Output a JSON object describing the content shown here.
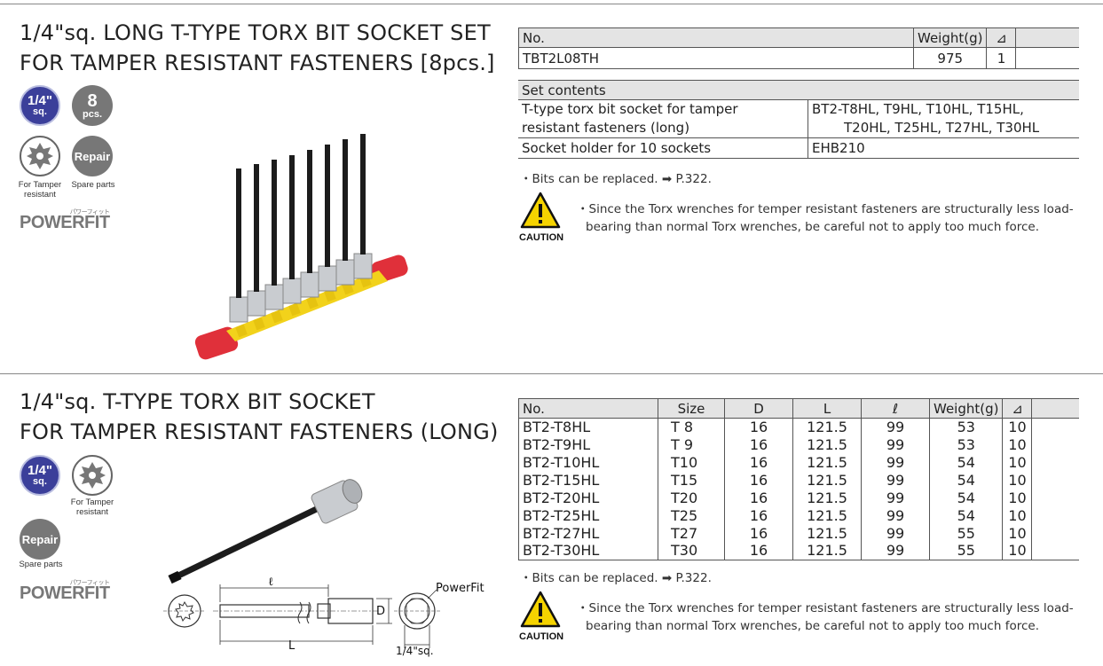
{
  "section1": {
    "title_line1": "1/4\"sq. LONG T-TYPE TORX BIT SOCKET SET",
    "title_line2": "FOR TAMPER RESISTANT FASTENERS [8pcs.]",
    "badges": {
      "sq_top": "1/4\"",
      "sq_bottom": "sq.",
      "pcs_num": "8",
      "pcs_label": "pcs.",
      "tamper_caption_1": "For Tamper",
      "tamper_caption_2": "resistant",
      "repair": "Repair",
      "repair_caption": "Spare parts",
      "powerfit": "POWERFIT",
      "powerfit_jp": "パワーフィット"
    },
    "table": {
      "headers": [
        "No.",
        "Weight(g)",
        "⊿"
      ],
      "row": [
        "TBT2L08TH",
        "975",
        "1"
      ]
    },
    "set_contents": {
      "header": "Set contents",
      "rows": [
        {
          "desc_1": "T-type torx bit socket for tamper",
          "desc_2": "resistant fasteners (long)",
          "parts_1": "BT2-T8HL, T9HL, T10HL, T15HL,",
          "parts_2": "T20HL, T25HL, T27HL, T30HL"
        },
        {
          "desc_1": "Socket holder for 10 sockets",
          "parts_1": "EHB210"
        }
      ]
    },
    "note": "・Bits can be replaced. ➡ P.322.",
    "caution_label": "CAUTION",
    "caution_line1": "・Since the Torx wrenches for temper resistant fasteners are structurally less load-",
    "caution_line2": "bearing than normal Torx wrenches, be careful not to apply too much force."
  },
  "section2": {
    "title_line1": "1/4\"sq. T-TYPE TORX BIT SOCKET",
    "title_line2": "FOR TAMPER RESISTANT FASTENERS (LONG)",
    "badges": {
      "sq_top": "1/4\"",
      "sq_bottom": "sq.",
      "tamper_caption_1": "For Tamper",
      "tamper_caption_2": "resistant",
      "repair": "Repair",
      "repair_caption": "Spare parts",
      "powerfit": "POWERFIT",
      "powerfit_jp": "パワーフィット"
    },
    "table": {
      "headers": [
        "No.",
        "Size",
        "D",
        "L",
        "ℓ",
        "Weight(g)",
        "⊿"
      ],
      "rows": [
        [
          "BT2-T8HL",
          "T  8",
          "16",
          "121.5",
          "99",
          "53",
          "10"
        ],
        [
          "BT2-T9HL",
          "T  9",
          "16",
          "121.5",
          "99",
          "53",
          "10"
        ],
        [
          "BT2-T10HL",
          "T10",
          "16",
          "121.5",
          "99",
          "54",
          "10"
        ],
        [
          "BT2-T15HL",
          "T15",
          "16",
          "121.5",
          "99",
          "54",
          "10"
        ],
        [
          "BT2-T20HL",
          "T20",
          "16",
          "121.5",
          "99",
          "54",
          "10"
        ],
        [
          "BT2-T25HL",
          "T25",
          "16",
          "121.5",
          "99",
          "54",
          "10"
        ],
        [
          "BT2-T27HL",
          "T27",
          "16",
          "121.5",
          "99",
          "55",
          "10"
        ],
        [
          "BT2-T30HL",
          "T30",
          "16",
          "121.5",
          "99",
          "55",
          "10"
        ]
      ]
    },
    "diagram": {
      "label_l_small": "ℓ",
      "label_L": "L",
      "label_D": "D",
      "label_sq": "1/4\"sq.",
      "label_powerfit": "PowerFit"
    },
    "note": "・Bits can be replaced. ➡ P.322.",
    "caution_label": "CAUTION",
    "caution_line1": "・Since the Torx wrenches for temper resistant fasteners are structurally less load-",
    "caution_line2": "bearing than normal Torx wrenches, be careful not to apply too much force."
  },
  "colors": {
    "badge_blue": "#3b3f9a",
    "badge_gray": "#777777",
    "table_header": "#e4e4e4",
    "holder_red": "#e0303a",
    "holder_yellow": "#f2d21b"
  }
}
